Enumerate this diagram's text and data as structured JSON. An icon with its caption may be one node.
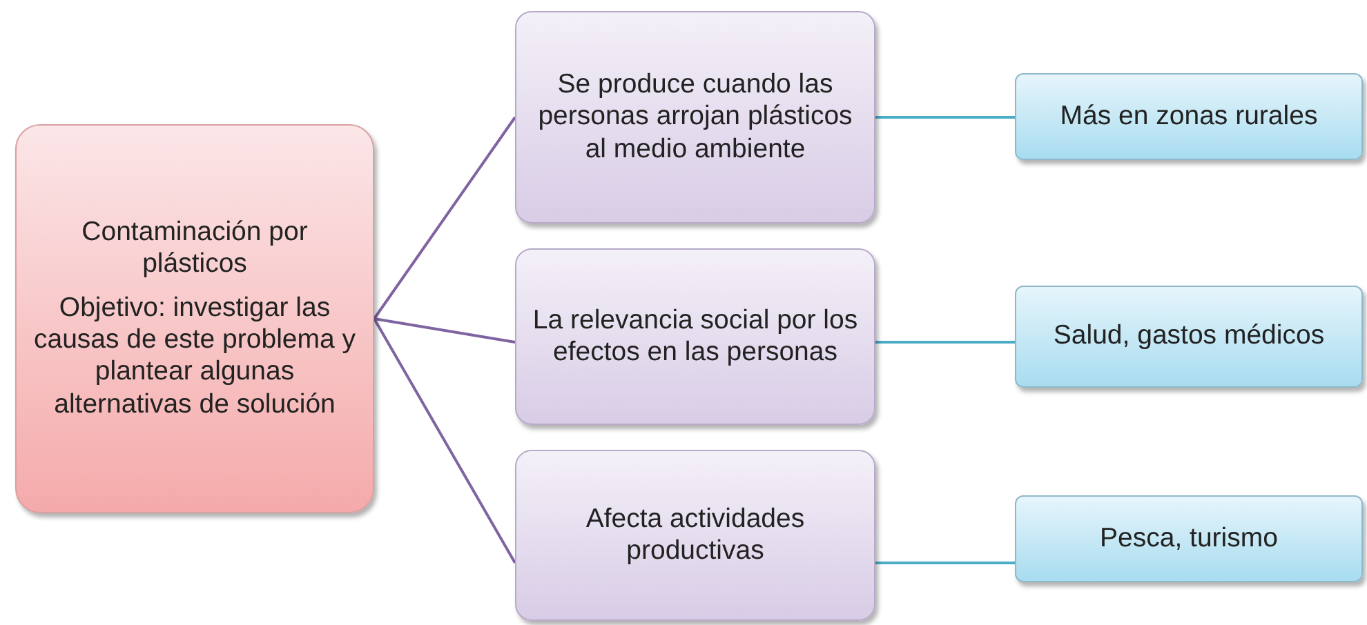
{
  "diagram": {
    "nodes": [
      {
        "text": [
          "Contaminación por plásticos",
          "Objetivo: investigar las causas de este problema y plantear algunas alternativas de solución"
        ]
      },
      {
        "text": [
          "Se produce cuando las personas arrojan plásticos al medio ambiente"
        ]
      },
      {
        "text": [
          "La relevancia social por los efectos en las personas"
        ]
      },
      {
        "text": [
          "Afecta actividades productivas"
        ]
      },
      {
        "text": [
          "Más en zonas rurales"
        ]
      },
      {
        "text": [
          "Salud, gastos médicos"
        ]
      },
      {
        "text": [
          "Pesca, turismo"
        ]
      }
    ],
    "edges": [
      {
        "from": 0,
        "to": 1,
        "arrow": "none"
      },
      {
        "from": 0,
        "to": 2,
        "arrow": "none"
      },
      {
        "from": 0,
        "to": 3,
        "arrow": "none"
      },
      {
        "from": 1,
        "to": 4,
        "arrow": "none",
        "color": "#4bacc6"
      },
      {
        "from": 2,
        "to": 5,
        "arrow": "none",
        "color": "#4bacc6"
      },
      {
        "from": 3,
        "to": 6,
        "arrow": "none",
        "color": "#4bacc6"
      }
    ]
  }
}
